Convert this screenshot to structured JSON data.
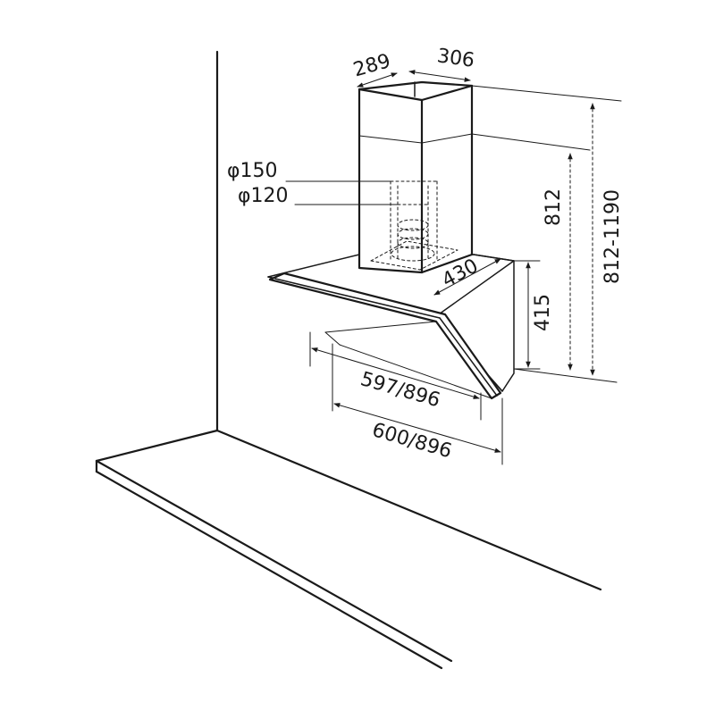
{
  "dimensions": {
    "duct_depth": "289",
    "duct_width": "306",
    "outlet_outer": "φ150",
    "outlet_inner": "φ120",
    "chimney_height": "812",
    "total_height": "812-1190",
    "hood_depth": "430",
    "hood_height": "415",
    "inner_width": "597/896",
    "outer_width": "600/896"
  },
  "colors": {
    "line": "#1a1a1a",
    "background": "#ffffff"
  }
}
